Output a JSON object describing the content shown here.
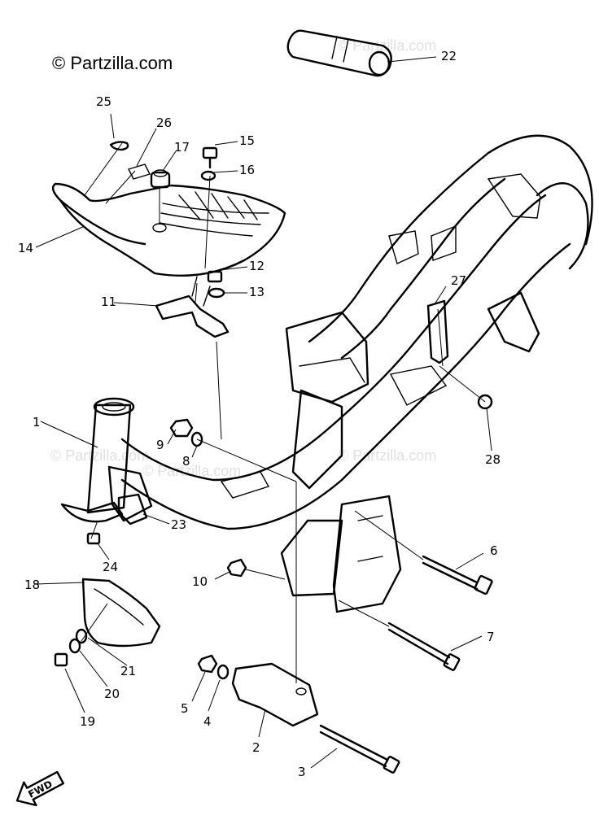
{
  "watermark": {
    "main": "© Partzilla.com",
    "faint": [
      "© Partzilla.com",
      "© Partzilla.com",
      "© Partzilla.com",
      "© Partzilla.com"
    ]
  },
  "direction_badge": "FWD",
  "callouts": [
    {
      "id": "c1",
      "label": "1"
    },
    {
      "id": "c2",
      "label": "2"
    },
    {
      "id": "c3",
      "label": "3"
    },
    {
      "id": "c4",
      "label": "4"
    },
    {
      "id": "c5",
      "label": "5"
    },
    {
      "id": "c6",
      "label": "6"
    },
    {
      "id": "c7",
      "label": "7"
    },
    {
      "id": "c8",
      "label": "8"
    },
    {
      "id": "c9",
      "label": "9"
    },
    {
      "id": "c10",
      "label": "10"
    },
    {
      "id": "c11",
      "label": "11"
    },
    {
      "id": "c12",
      "label": "12"
    },
    {
      "id": "c13",
      "label": "13"
    },
    {
      "id": "c14",
      "label": "14"
    },
    {
      "id": "c15",
      "label": "15"
    },
    {
      "id": "c16",
      "label": "16"
    },
    {
      "id": "c17",
      "label": "17"
    },
    {
      "id": "c18",
      "label": "18"
    },
    {
      "id": "c19",
      "label": "19"
    },
    {
      "id": "c20",
      "label": "20"
    },
    {
      "id": "c21",
      "label": "21"
    },
    {
      "id": "c22",
      "label": "22"
    },
    {
      "id": "c23",
      "label": "23"
    },
    {
      "id": "c24",
      "label": "24"
    },
    {
      "id": "c25",
      "label": "25"
    },
    {
      "id": "c26",
      "label": "26"
    },
    {
      "id": "c27",
      "label": "27"
    },
    {
      "id": "c28",
      "label": "28"
    }
  ]
}
